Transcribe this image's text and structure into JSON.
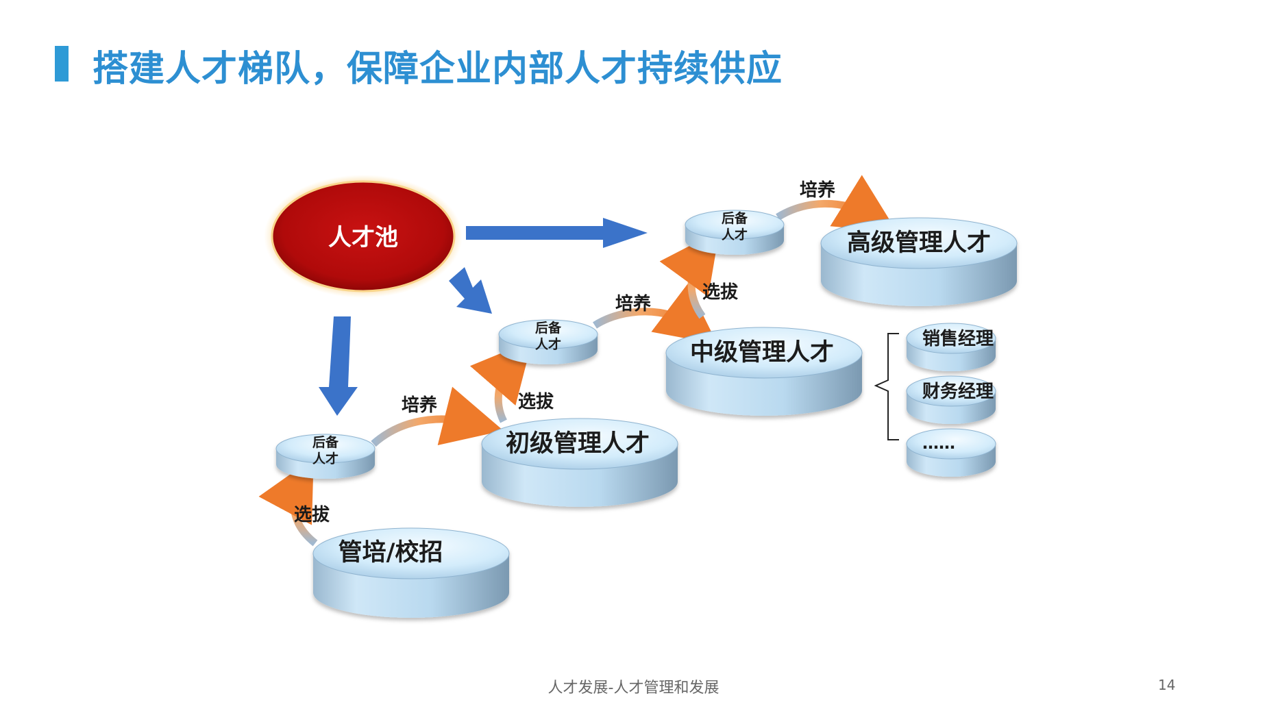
{
  "header": {
    "title": "搭建人才梯队，保障企业内部人才持续供应"
  },
  "diagram": {
    "pool": "人才池",
    "levels": {
      "entry": "管培/校招",
      "junior": "初级管理人才",
      "middle": "中级管理人才",
      "senior": "高级管理人才"
    },
    "reserve": {
      "line1": "后备",
      "line2": "人才"
    },
    "actions": {
      "select": "选拔",
      "train": "培养"
    },
    "roles": [
      "销售经理",
      "财务经理",
      "……"
    ]
  },
  "colors": {
    "accent": "#2d8fd2",
    "pool_fill": "#b80d0d",
    "big_arrow": "#3b73c9",
    "curve_arrow": "#f08a3a",
    "disk_face": "#d3ecfb"
  },
  "footer": {
    "text": "人才发展-人才管理和发展",
    "page": "14"
  }
}
